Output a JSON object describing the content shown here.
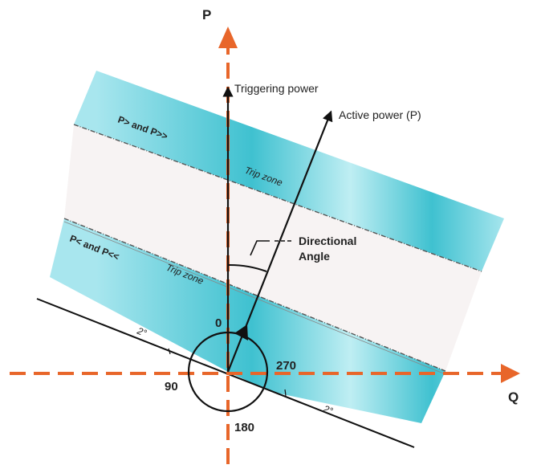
{
  "axes": {
    "vertical_label": "P",
    "horizontal_label": "Q",
    "axis_color": "#e8662a"
  },
  "labels": {
    "triggering_power": "Triggering power",
    "active_power": "Active power (P)",
    "directional_angle_line1": "Directional",
    "directional_angle_line2": "Angle",
    "upper_zone": "P> and P>>",
    "lower_zone": "P< and P<<",
    "trip_zone_upper": "Trip zone",
    "trip_zone_lower": "Trip zone",
    "angle_0": "0",
    "angle_90": "90",
    "angle_180": "180",
    "angle_270": "270",
    "deg_left": "2°",
    "deg_right": "2°"
  },
  "colors": {
    "band_edge": "#a8e6ee",
    "band_center": "#3fc1d0",
    "neutral_band": "#f7f3f3",
    "line": "#111111"
  }
}
